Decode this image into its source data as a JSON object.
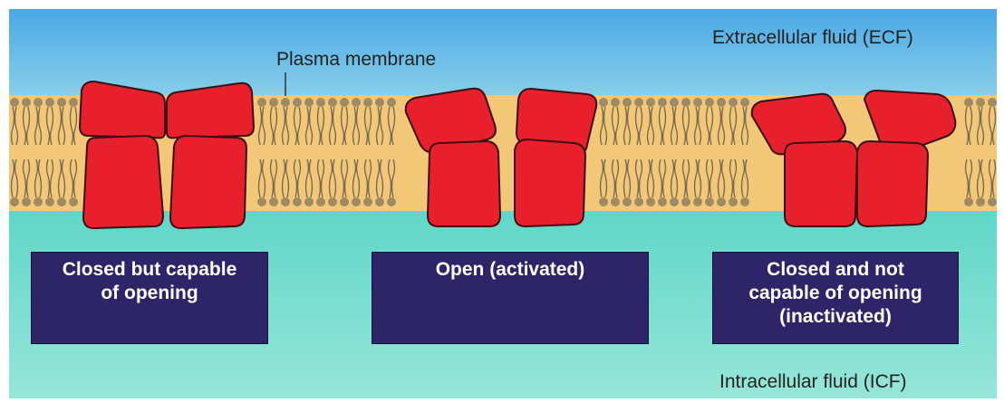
{
  "labels": {
    "plasma_membrane": "Plasma membrane",
    "ecf": "Extracellular fluid (ECF)",
    "icf": "Intracellular fluid (ICF)"
  },
  "states": [
    {
      "lines": [
        "Closed but capable",
        "of opening"
      ]
    },
    {
      "lines": [
        "Open (activated)"
      ]
    },
    {
      "lines": [
        "Closed and not",
        "capable of opening",
        "(inactivated)"
      ]
    }
  ],
  "colors": {
    "ecf_top": "#4aa8e6",
    "ecf_bottom": "#7fcfe0",
    "membrane": "#f2c878",
    "lipid_head": "#a08a62",
    "lipid_tail": "#7a6a52",
    "channel": "#e8202c",
    "channel_outline": "#3a1014",
    "icf_top": "#5fd6c8",
    "icf_bottom": "#8fe4d6",
    "state_box": "#2e2468",
    "state_text": "#ffffff"
  }
}
